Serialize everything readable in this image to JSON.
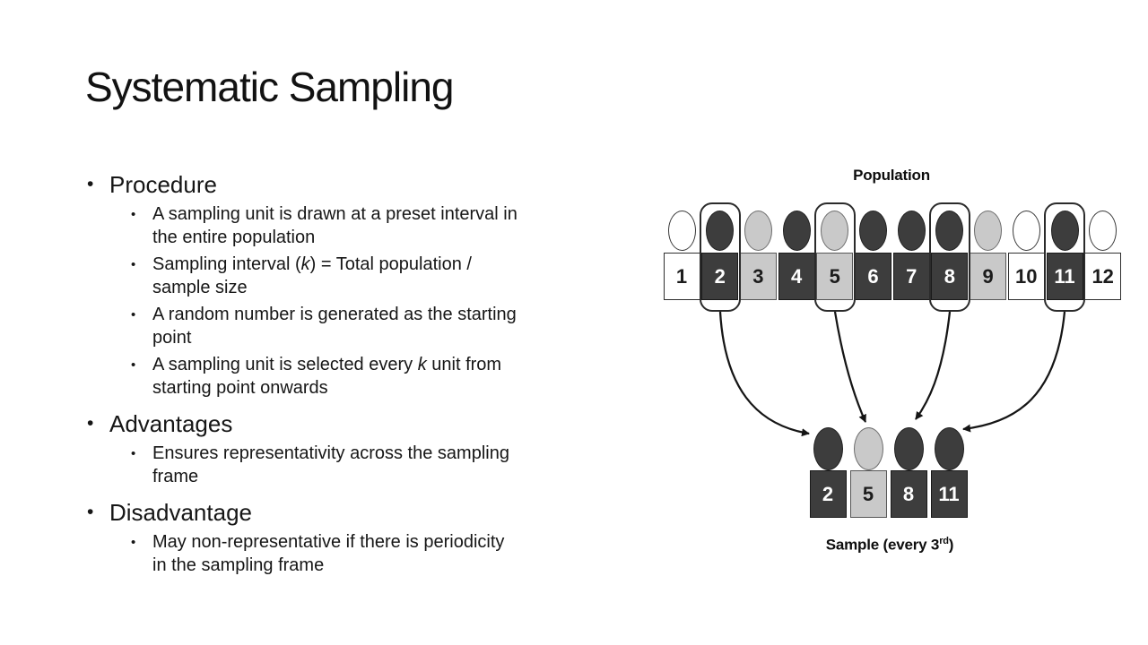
{
  "slide": {
    "title": "Systematic Sampling"
  },
  "bullets": {
    "sections": [
      {
        "heading": "Procedure",
        "items": [
          "A sampling unit is drawn at a preset interval in\nthe entire population",
          "Sampling interval (*k*) = Total population /\nsample size",
          "A random number is generated as the starting\npoint",
          "A sampling unit is selected every *k* unit from\nstarting point onwards"
        ]
      },
      {
        "heading": "Advantages",
        "items": [
          "Ensures representativity across the sampling\nframe"
        ]
      },
      {
        "heading": "Disadvantage",
        "items": [
          "May non-representative if there is periodicity\nin the sampling frame"
        ]
      }
    ]
  },
  "diagram": {
    "population_label": "Population",
    "sample_label_prefix": "Sample (every 3",
    "sample_label_sup": "rd",
    "sample_label_suffix": ")",
    "population": [
      {
        "n": "1",
        "shade": "white",
        "selected": false
      },
      {
        "n": "2",
        "shade": "dark",
        "selected": true
      },
      {
        "n": "3",
        "shade": "light",
        "selected": false
      },
      {
        "n": "4",
        "shade": "dark",
        "selected": false
      },
      {
        "n": "5",
        "shade": "light",
        "selected": true
      },
      {
        "n": "6",
        "shade": "dark",
        "selected": false
      },
      {
        "n": "7",
        "shade": "dark",
        "selected": false
      },
      {
        "n": "8",
        "shade": "dark",
        "selected": true
      },
      {
        "n": "9",
        "shade": "light",
        "selected": false
      },
      {
        "n": "10",
        "shade": "white",
        "selected": false
      },
      {
        "n": "11",
        "shade": "dark",
        "selected": true
      },
      {
        "n": "12",
        "shade": "white",
        "selected": false
      }
    ],
    "sample": [
      {
        "n": "2",
        "shade": "dark"
      },
      {
        "n": "5",
        "shade": "light"
      },
      {
        "n": "8",
        "shade": "dark"
      },
      {
        "n": "11",
        "shade": "dark"
      }
    ],
    "arrows": [
      {
        "from": "2",
        "to": "2"
      },
      {
        "from": "5",
        "to": "5"
      },
      {
        "from": "8",
        "to": "8"
      },
      {
        "from": "11",
        "to": "11"
      }
    ],
    "colors": {
      "dark": "#3d3d3d",
      "light": "#c9c9c9",
      "white": "#ffffff",
      "outline": "#2b2b2b",
      "arrow": "#151515",
      "text_on_dark": "#ffffff",
      "text_on_light": "#1c1c1c"
    }
  }
}
